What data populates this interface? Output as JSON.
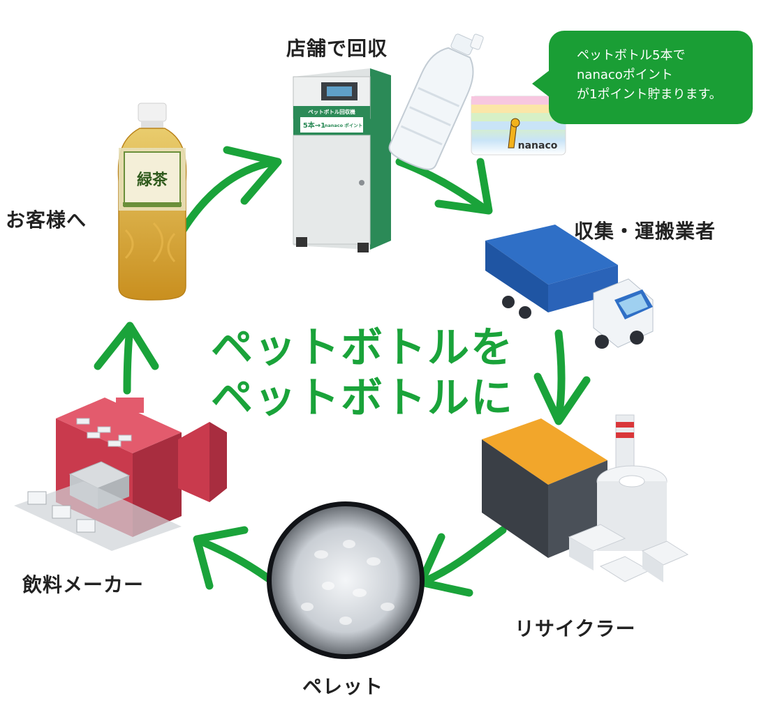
{
  "center_text": {
    "line1": "ペットボトルを",
    "line2": "ペットボトルに"
  },
  "stages": {
    "store": "店舗で回収",
    "collector": "収集・運搬業者",
    "recycler": "リサイクラー",
    "pellet": "ペレット",
    "maker": "飲料メーカー",
    "customer": "お客様へ"
  },
  "bubble": {
    "lines": [
      "ペットボトル5本で",
      "nanacoポイント",
      "が1ポイント貯まります。"
    ]
  },
  "machine": {
    "sign": "ペットボトル回収機",
    "panel_left": "5本→1",
    "panel_right": "nanaco ポイント"
  },
  "card": {
    "brand": "nanaco"
  },
  "bottle": {
    "label": "緑茶"
  },
  "colors": {
    "arrow": "#1aa33a",
    "bubble": "#1a9e35",
    "accent_text": "#1aa33a",
    "label_text": "#222222"
  }
}
